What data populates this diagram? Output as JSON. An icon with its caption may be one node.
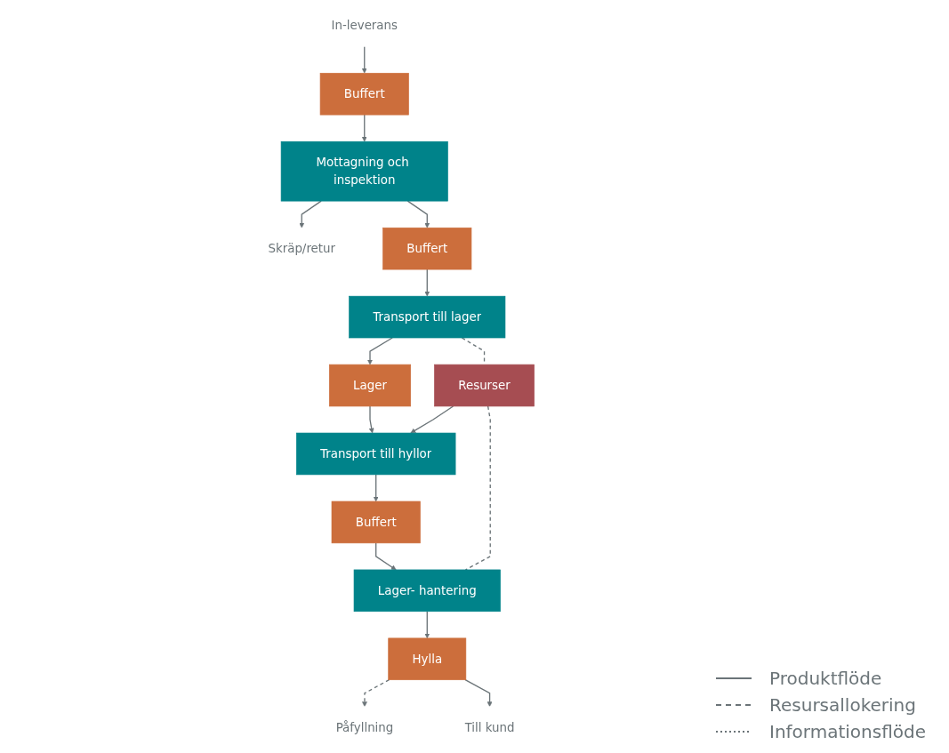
{
  "diagram": {
    "nodes": [
      {
        "text": [
          "In-leverans"
        ]
      },
      {
        "text": [
          "Buffert"
        ]
      },
      {
        "text": [
          "Mottagning och inspektion"
        ]
      },
      {
        "text": [
          "Skräp/retur"
        ]
      },
      {
        "text": [
          "Buffert"
        ]
      },
      {
        "text": [
          "Transport till lager"
        ]
      },
      {
        "text": [
          "Lager"
        ]
      },
      {
        "text": [
          "Resurser"
        ]
      },
      {
        "text": [
          "Transport till hyllor"
        ]
      },
      {
        "text": [
          "Buffert"
        ]
      },
      {
        "text": [
          "Lager- hantering"
        ]
      },
      {
        "text": [
          "Påfyllning"
        ]
      },
      {
        "text": [
          "Hylla"
        ]
      },
      {
        "text": [
          "Till kund"
        ]
      }
    ],
    "edges": [
      {
        "from": 0,
        "to": 1,
        "arrow": "to"
      },
      {
        "from": 1,
        "to": 2,
        "arrow": "to"
      },
      {
        "from": 2,
        "to": 3,
        "arrow": "to"
      },
      {
        "from": 2,
        "to": 4,
        "arrow": "to"
      },
      {
        "from": 4,
        "to": 5,
        "arrow": "to"
      },
      {
        "from": 5,
        "to": 6,
        "arrow": "to"
      },
      {
        "from": 5,
        "to": 7,
        "arrow": "none",
        "style": "dashed"
      },
      {
        "from": 6,
        "to": 8,
        "arrow": "to"
      },
      {
        "from": 7,
        "to": 8,
        "arrow": "to"
      },
      {
        "from": 7,
        "to": 10,
        "arrow": "none",
        "style": "dashed"
      },
      {
        "from": 8,
        "to": 9,
        "arrow": "to"
      },
      {
        "from": 9,
        "to": 10,
        "arrow": "to"
      },
      {
        "from": 10,
        "to": 12,
        "arrow": "to"
      },
      {
        "from": 12,
        "to": 11,
        "arrow": "to",
        "style": "dashed"
      },
      {
        "from": 12,
        "to": 13,
        "arrow": "to"
      }
    ],
    "legend": [
      {
        "text": "Produktflöde"
      },
      {
        "text": "Resursallokering"
      },
      {
        "text": "Informationsflöde"
      }
    ]
  }
}
